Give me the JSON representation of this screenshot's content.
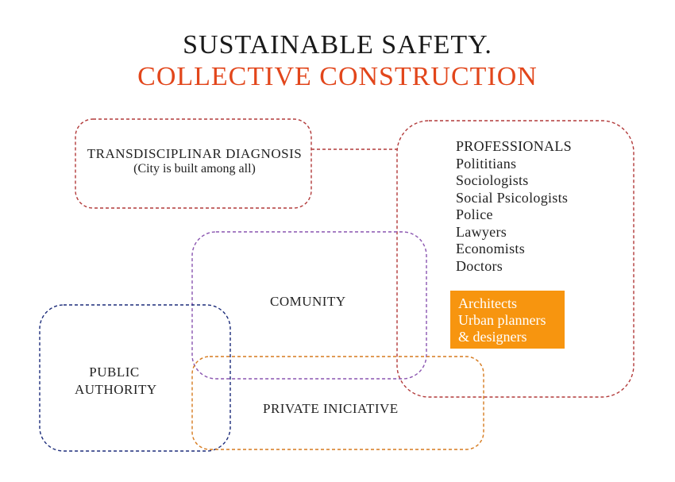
{
  "title": {
    "line1": "SUSTAINABLE SAFETY.",
    "line2": "COLLECTIVE CONSTRUCTION"
  },
  "colors": {
    "title_accent": "#e2461b",
    "diagnosis_border": "#b23a3a",
    "professionals_border": "#b23a3a",
    "community_border": "#8a55b0",
    "public_border": "#1c2c7a",
    "private_border": "#d67a1e",
    "highlight_fill": "#f7950f"
  },
  "diagnosis": {
    "title": "TRANSDISCIPLINAR DIAGNOSIS",
    "subtitle": "(City is built among all)"
  },
  "professionals": {
    "heading": "PROFESSIONALS",
    "items": [
      "Polititians",
      "Sociologists",
      "Social Psicologists",
      "Police",
      "Lawyers",
      "Economists",
      "Doctors"
    ],
    "highlight_items": [
      "Architects",
      "Urban planners",
      "& designers"
    ]
  },
  "community": {
    "label": "COMUNITY"
  },
  "public_authority": {
    "line1": "PUBLIC",
    "line2": "AUTHORITY"
  },
  "private_initiative": {
    "label": "PRIVATE INICIATIVE"
  }
}
